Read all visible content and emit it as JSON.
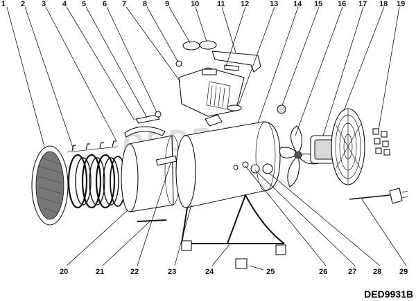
{
  "diagram": {
    "model_code": "DED9931B",
    "watermark": "DEDRA",
    "callouts_top": [
      "1",
      "2",
      "3",
      "4",
      "5",
      "6",
      "7",
      "8",
      "9",
      "10",
      "11",
      "12",
      "13",
      "14",
      "15",
      "16",
      "17",
      "18",
      "19"
    ],
    "callouts_bottom": [
      "20",
      "21",
      "22",
      "23",
      "24",
      "25",
      "26",
      "27",
      "28",
      "29"
    ]
  }
}
